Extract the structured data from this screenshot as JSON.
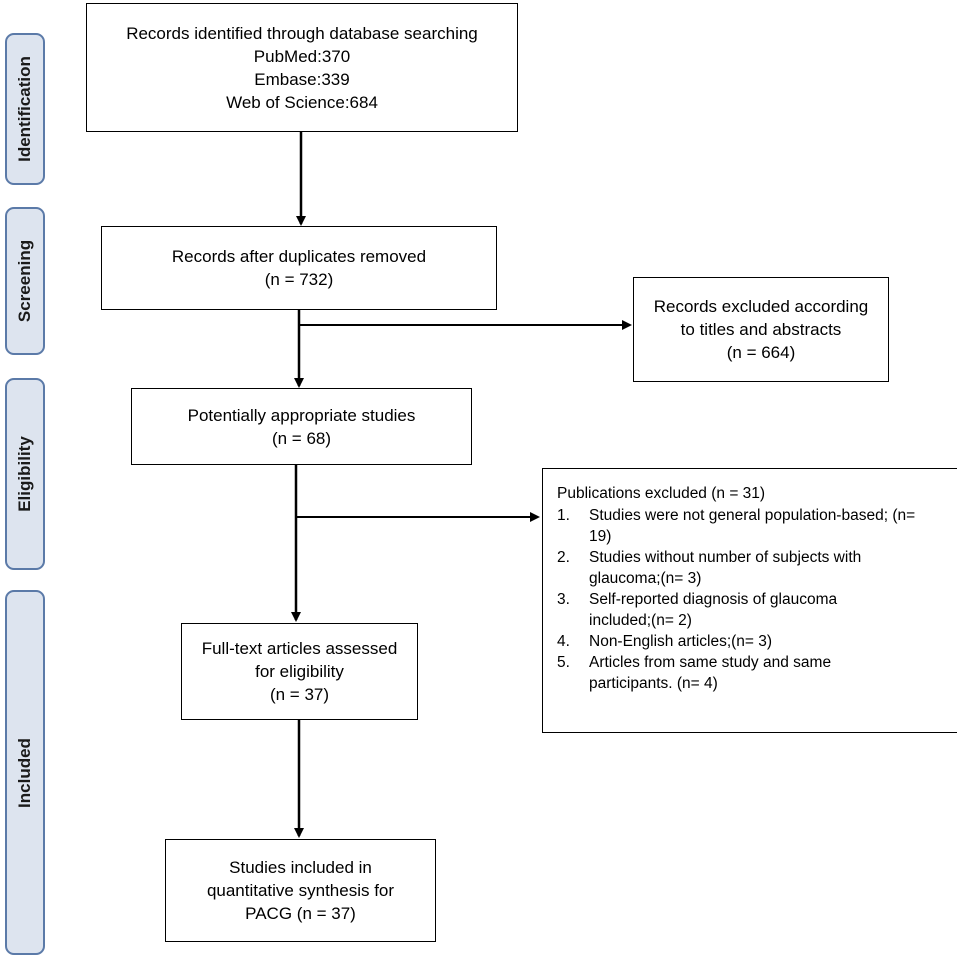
{
  "stages": [
    {
      "key": "identification",
      "label": "Identification"
    },
    {
      "key": "screening",
      "label": "Screening"
    },
    {
      "key": "eligibility",
      "label": "Eligibility"
    },
    {
      "key": "included",
      "label": "Included"
    }
  ],
  "records_identified": {
    "lines": [
      "Records identified through database searching",
      "PubMed:370",
      "Embase:339",
      "Web of Science:684"
    ]
  },
  "duplicates_removed": {
    "lines": [
      "Records after duplicates removed",
      "(n = 732)"
    ]
  },
  "excluded_titles": {
    "lines": [
      "Records excluded according",
      "to titles and abstracts",
      "(n = 664)"
    ]
  },
  "appropriate_studies": {
    "lines": [
      "Potentially appropriate studies",
      "(n = 68)"
    ]
  },
  "publications_excluded": {
    "title": "Publications excluded (n = 31)",
    "items": [
      {
        "num": "1.",
        "lines": [
          "Studies were not general population-based; (n=",
          "19)"
        ]
      },
      {
        "num": "2.",
        "lines": [
          "Studies without number of subjects with",
          "glaucoma;(n= 3)"
        ]
      },
      {
        "num": "3.",
        "lines": [
          "Self-reported diagnosis of glaucoma",
          "included;(n= 2)"
        ]
      },
      {
        "num": "4.",
        "lines": [
          "Non-English articles;(n= 3)"
        ]
      },
      {
        "num": "5.",
        "lines": [
          "Articles from same study and same",
          "participants. (n= 4)"
        ]
      }
    ]
  },
  "full_text": {
    "lines": [
      "Full-text articles assessed",
      "for eligibility",
      "(n = 37)"
    ]
  },
  "studies_included": {
    "lines": [
      "Studies included in",
      "quantitative synthesis for",
      "PACG (n = 37)"
    ]
  }
}
